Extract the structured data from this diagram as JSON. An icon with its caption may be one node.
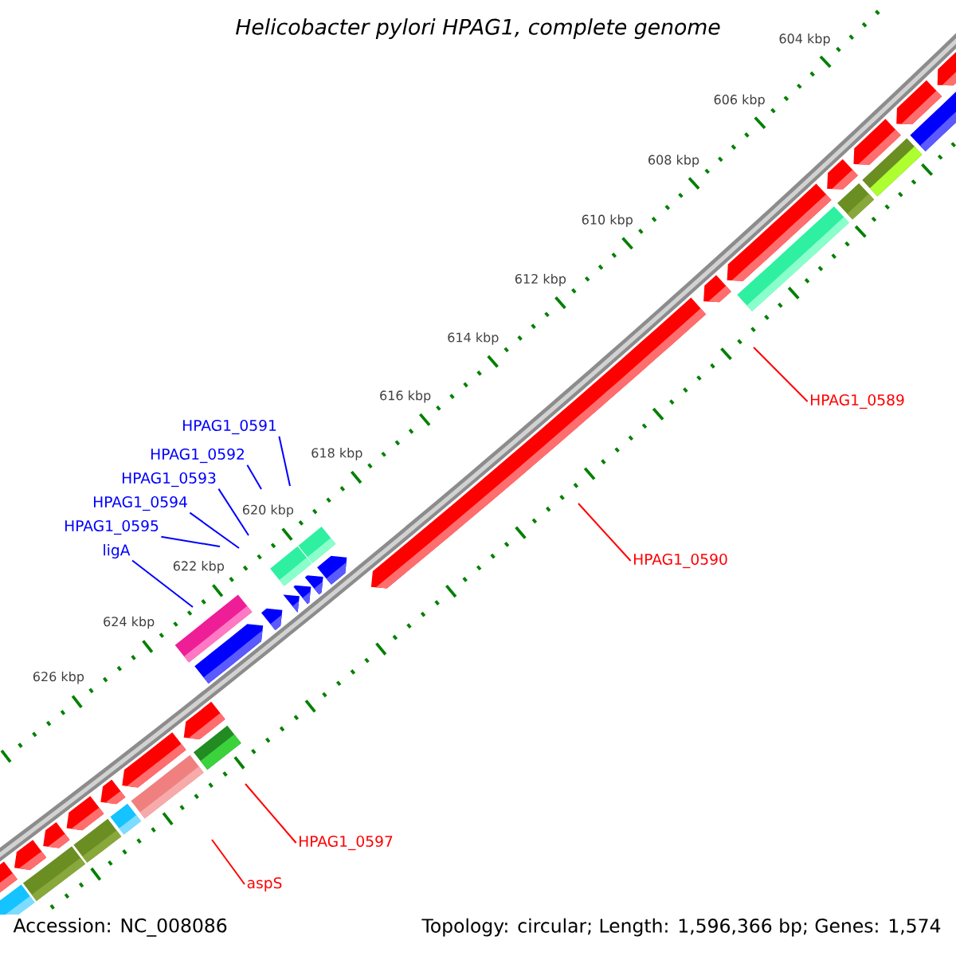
{
  "diagram": {
    "title": "Helicobacter pylori HPAG1, complete genome",
    "nodes": [
      {
        "text": [
          "HPAG1_0589"
        ]
      },
      {
        "text": [
          "HPAG1_0591"
        ]
      },
      {
        "text": [
          "HPAG1_0592"
        ]
      },
      {
        "text": [
          "HPAG1_0593"
        ]
      },
      {
        "text": [
          "HPAG1_0594"
        ]
      },
      {
        "text": [
          "HPAG1_0595"
        ]
      },
      {
        "text": [
          "ligA"
        ]
      },
      {
        "text": [
          "HPAG1_0590"
        ]
      },
      {
        "text": [
          "HPAG1_0597"
        ]
      },
      {
        "text": [
          "aspS"
        ]
      }
    ],
    "edges": [
      {
        "from": 0,
        "to": null,
        "arrow": "none",
        "color": "#ff0000"
      },
      {
        "from": 1,
        "to": null,
        "arrow": "none"
      },
      {
        "from": 2,
        "to": null,
        "arrow": "none"
      },
      {
        "from": 3,
        "to": null,
        "arrow": "none"
      },
      {
        "from": 4,
        "to": null,
        "arrow": "none"
      },
      {
        "from": 5,
        "to": null,
        "arrow": "none"
      },
      {
        "from": 6,
        "to": null,
        "arrow": "none"
      },
      {
        "from": 7,
        "to": null,
        "arrow": "none",
        "color": "#ff0000"
      },
      {
        "from": 8,
        "to": null,
        "arrow": "none",
        "color": "#ff0000"
      },
      {
        "from": 9,
        "to": null,
        "arrow": "none",
        "color": "#ff0000"
      }
    ],
    "labels": [
      "604 kbp",
      "606 kbp",
      "608 kbp",
      "610 kbp",
      "612 kbp",
      "614 kbp",
      "616 kbp",
      "618 kbp",
      "620 kbp",
      "622 kbp",
      "624 kbp",
      "626 kbp",
      "Accession: NC_008086",
      "Topology: circular; Length: 1,596,366 bp; Genes: 1,574"
    ]
  }
}
